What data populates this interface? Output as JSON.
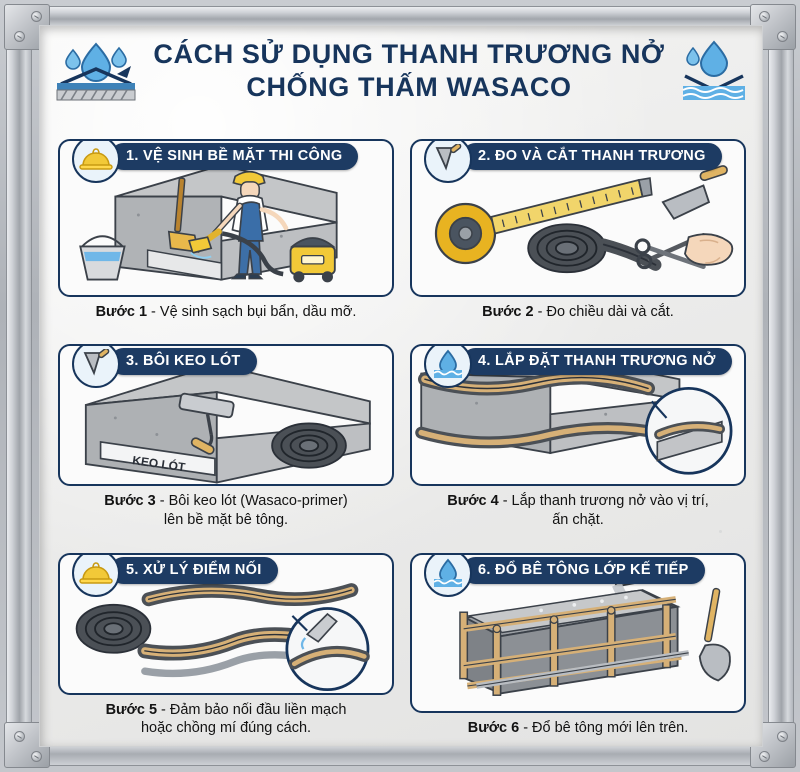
{
  "poster": {
    "title_line1": "CÁCH SỬ DỤNG THANH TRƯƠNG NỞ",
    "title_line2": "CHỐNG THẤM WASACO",
    "left_logo_icon": "water-droplets-repelled-surface-icon",
    "right_logo_icon": "water-droplets-waves-icon",
    "colors": {
      "navy": "#1d3b63",
      "title_navy": "#17355c",
      "badge_fill": "#eaf3fa",
      "panel_bg": "#fbfbfb",
      "droplet_blue": "#4ea3dd",
      "hardhat_yellow": "#f2c938",
      "timber_tan": "#d6b077"
    }
  },
  "steps": [
    {
      "number": "1",
      "header": "1. VỆ SINH BỀ MẶT THI CÔNG",
      "badge_icon": "hard-hat-icon",
      "caption_bold": "Bước 1",
      "caption_rest": " - Vệ sinh sạch bụi bẩn, dầu mỡ.",
      "illustration": "worker-vacuuming-concrete-surface-with-broom-and-bucket"
    },
    {
      "number": "2",
      "header": "2. ĐO VÀ CẮT THANH TRƯƠNG",
      "badge_icon": "trowel-icon",
      "caption_bold": "Bước 2",
      "caption_rest": " - Đo chiều dài và cắt.",
      "illustration": "tape-measure-waterstop-coil-scissors-and-hand"
    },
    {
      "number": "3",
      "header": "3. BÔI KEO LÓT",
      "badge_icon": "trowel-icon",
      "caption_bold": "Bước 3",
      "caption_line1": " - Bôi keo lót (Wasaco-primer)",
      "caption_line2": "lên bề mặt bê tông.",
      "illustration": "roller-applying-primer-on-concrete-with-waterstop-coil",
      "label_on_strip": "KEO LÓT"
    },
    {
      "number": "4",
      "header": "4. LẮP ĐẶT THANH TRƯƠNG NỞ",
      "badge_icon": "water-drop-waves-icon",
      "caption_bold": "Bước 4",
      "caption_line1": " - Lắp thanh trương nở vào vị trí,",
      "caption_line2": "ấn chặt.",
      "illustration": "waterstop-bar-installed-into-concrete-joint-with-detail-circle"
    },
    {
      "number": "5",
      "header": "5. XỬ LÝ ĐIỂM NỐI",
      "badge_icon": "hard-hat-icon",
      "caption_bold": "Bước 5",
      "caption_line1": " - Đảm bảo nối đầu liền mạch",
      "caption_line2": "hoặc chồng mí đúng cách.",
      "illustration": "waterstop-joint-overlap-with-adhesive-nozzle-detail"
    },
    {
      "number": "6",
      "header": "6. ĐỔ BÊ TÔNG LỚP KẾ TIẾP",
      "badge_icon": "water-drop-waves-icon",
      "caption_bold": "Bước 6",
      "caption_rest": " - Đổ bê tông mới lên trên.",
      "illustration": "concrete-pour-into-timber-formwork-with-chute-and-shovel"
    }
  ]
}
